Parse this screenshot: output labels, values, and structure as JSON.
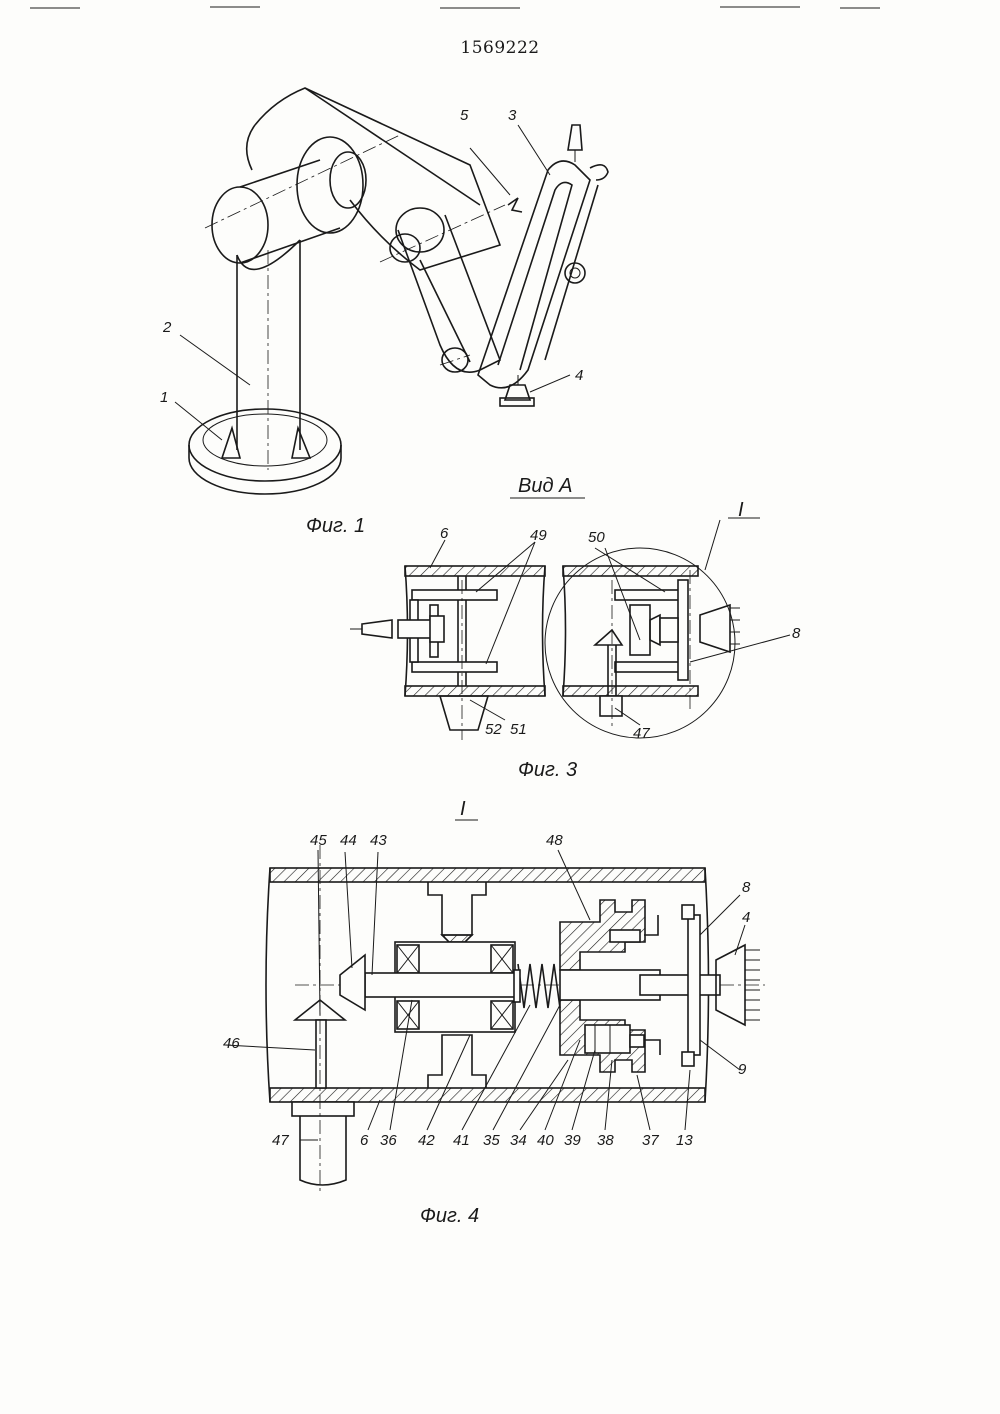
{
  "document": {
    "patent_number": "1569222"
  },
  "fig1": {
    "caption": "Фиг. 1",
    "labels": {
      "l1": "1",
      "l2": "2",
      "l3": "3",
      "l4": "4",
      "l5": "5"
    }
  },
  "fig3": {
    "view_title": "Вид А",
    "caption": "Фиг. 3",
    "detail_mark": "I",
    "labels": {
      "l6": "6",
      "l49": "49",
      "l50": "50",
      "l8": "8",
      "l47": "47",
      "l51": "51",
      "l52": "52"
    }
  },
  "fig4": {
    "detail_title": "I",
    "caption": "Фиг. 4",
    "labels": {
      "l45": "45",
      "l44": "44",
      "l43": "43",
      "l48": "48",
      "l8": "8",
      "l4": "4",
      "l46": "46",
      "l9": "9",
      "l47": "47",
      "l6": "6",
      "l36": "36",
      "l42": "42",
      "l41": "41",
      "l35": "35",
      "l34": "34",
      "l40": "40",
      "l39": "39",
      "l38": "38",
      "l37": "37",
      "l13": "13"
    }
  }
}
